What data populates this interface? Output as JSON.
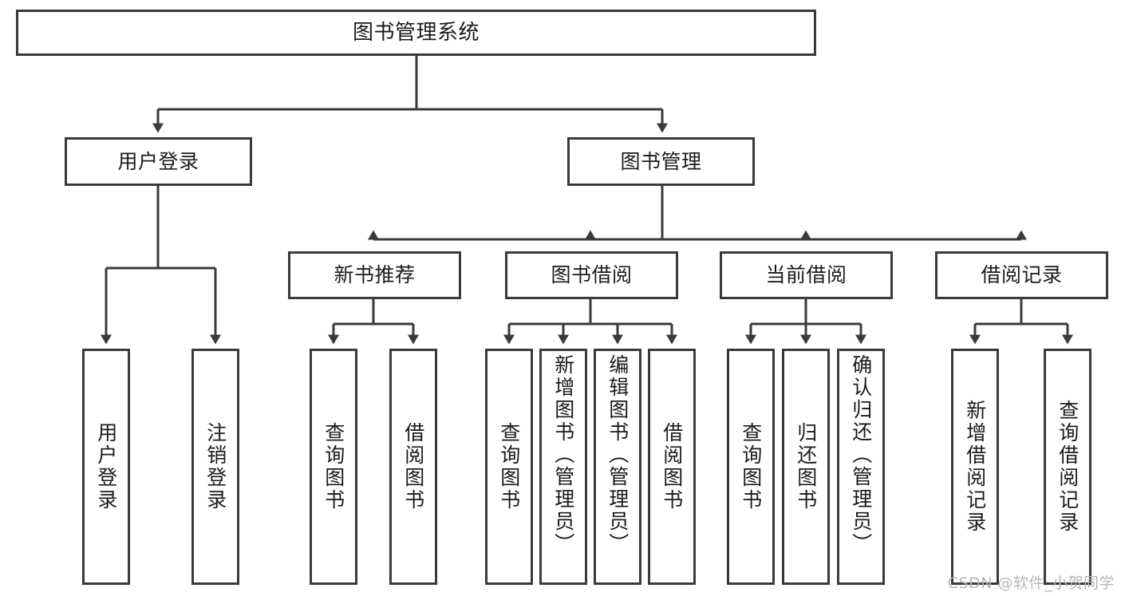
{
  "diagram": {
    "title": "图书管理系统",
    "type": "functional-structure-tree",
    "root": {
      "label": "图书管理系统"
    },
    "level2": [
      {
        "label": "用户登录"
      },
      {
        "label": "图书管理"
      }
    ],
    "level3": [
      {
        "label": "新书推荐"
      },
      {
        "label": "图书借阅"
      },
      {
        "label": "当前借阅"
      },
      {
        "label": "借阅记录"
      }
    ],
    "leaves": {
      "user_login": [
        {
          "label": "用户登录"
        },
        {
          "label": "注销登录"
        }
      ],
      "new_book_recommend": [
        {
          "label": "查询图书"
        },
        {
          "label": "借阅图书"
        }
      ],
      "book_borrow": [
        {
          "label": "查询图书"
        },
        {
          "label": "新增图书（管理员）"
        },
        {
          "label": "编辑图书（管理员）"
        },
        {
          "label": "借阅图书"
        }
      ],
      "current_borrow": [
        {
          "label": "查询图书"
        },
        {
          "label": "归还图书"
        },
        {
          "label": "确认归还（管理员）"
        }
      ],
      "borrow_record": [
        {
          "label": "新增借阅记录"
        },
        {
          "label": "查询借阅记录"
        }
      ]
    }
  },
  "watermark": {
    "text": "CSDN @软件_小贺同学"
  },
  "colors": {
    "stroke": "#3a3a3a",
    "text": "#1b1b1b",
    "background": "#ffffff",
    "watermark": "#b6b6b6"
  }
}
